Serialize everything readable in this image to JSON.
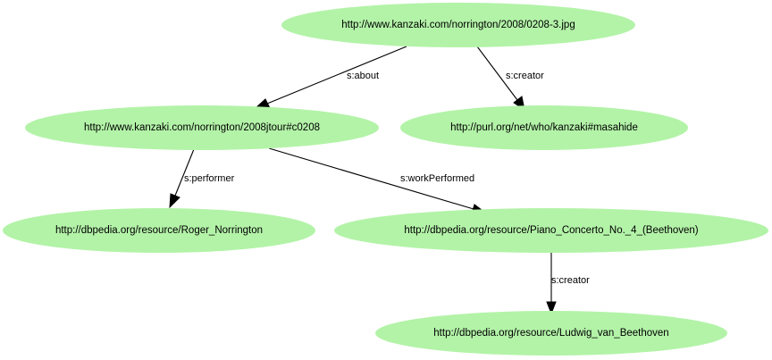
{
  "graph": {
    "node_color": "#b3f3a8",
    "edge_color": "#000000",
    "nodes": {
      "photo": {
        "label": "http://www.kanzaki.com/norrington/2008/0208-3.jpg"
      },
      "concert": {
        "label": "http://www.kanzaki.com/norrington/2008jtour#c0208"
      },
      "masahide": {
        "label": "http://purl.org/net/who/kanzaki#masahide"
      },
      "norrington": {
        "label": "http://dbpedia.org/resource/Roger_Norrington"
      },
      "concerto": {
        "label": "http://dbpedia.org/resource/Piano_Concerto_No._4_(Beethoven)"
      },
      "beethoven": {
        "label": "http://dbpedia.org/resource/Ludwig_van_Beethoven"
      }
    },
    "edges": [
      {
        "from": "photo",
        "to": "concert",
        "label": "s:about"
      },
      {
        "from": "photo",
        "to": "masahide",
        "label": "s:creator"
      },
      {
        "from": "concert",
        "to": "norrington",
        "label": "s:performer"
      },
      {
        "from": "concert",
        "to": "concerto",
        "label": "s:workPerformed"
      },
      {
        "from": "concerto",
        "to": "beethoven",
        "label": "s:creator"
      }
    ]
  }
}
